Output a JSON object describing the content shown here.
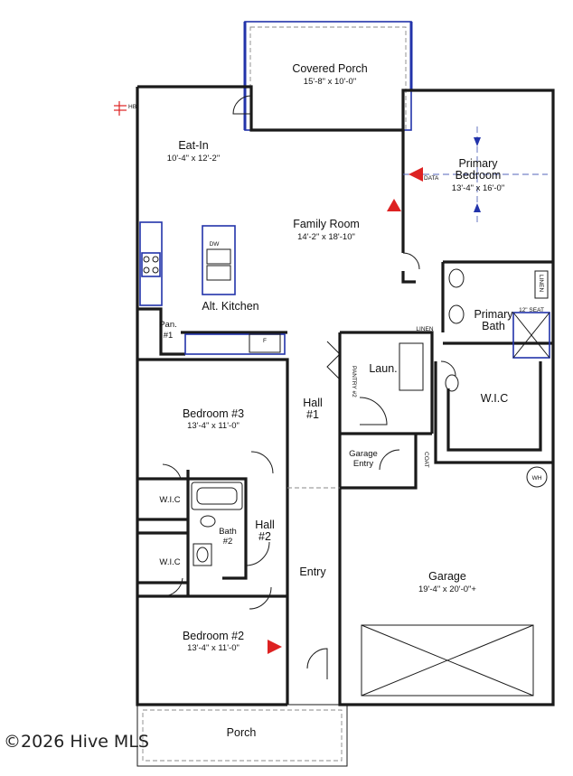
{
  "rooms": {
    "covered_porch": {
      "name": "Covered Porch",
      "size": "15'-8\" x 10'-0\""
    },
    "eat_in": {
      "name": "Eat-In",
      "size": "10'-4\" x 12'-2\""
    },
    "primary_bedroom": {
      "name_line1": "Primary",
      "name_line2": "Bedroom",
      "size": "13'-4\" x 16'-0\""
    },
    "family_room": {
      "name": "Family Room",
      "size": "14'-2\" x 18'-10\""
    },
    "alt_kitchen": {
      "name": "Alt. Kitchen"
    },
    "pantry": {
      "name_line1": "Pan.",
      "name_line2": "#1"
    },
    "pantry2": {
      "name": "PANTRY #2"
    },
    "laundry": {
      "name": "Laun."
    },
    "linen_hall": {
      "name": "LINEN"
    },
    "linen_bath": {
      "name": "LINEN"
    },
    "primary_bath": {
      "name_line1": "Primary",
      "name_line2": "Bath"
    },
    "seat": {
      "name": "12\" SEAT"
    },
    "primary_wic": {
      "name": "W.I.C"
    },
    "bedroom3": {
      "name": "Bedroom #3",
      "size": "13'-4\" x 11'-0\""
    },
    "hall1": {
      "name_line1": "Hall",
      "name_line2": "#1"
    },
    "garage_entry": {
      "name_line1": "Garage",
      "name_line2": "Entry"
    },
    "coat": {
      "name": "COAT"
    },
    "wh": {
      "name": "WH"
    },
    "wic_upper": {
      "name": "W.I.C"
    },
    "wic_lower": {
      "name": "W.I.C"
    },
    "bath2": {
      "name_line1": "Bath",
      "name_line2": "#2"
    },
    "hall2": {
      "name_line1": "Hall",
      "name_line2": "#2"
    },
    "entry": {
      "name": "Entry"
    },
    "garage": {
      "name": "Garage",
      "size": "19'-4\" x 20'-0\"+"
    },
    "bedroom2": {
      "name": "Bedroom #2",
      "size": "13'-4\" x 11'-0\""
    },
    "porch": {
      "name": "Porch"
    }
  },
  "fixtures": {
    "dishwasher": "DW",
    "fridge": "F",
    "hose_bib": "HB",
    "data_tag": "DATA"
  },
  "watermark": "©2026 Hive MLS",
  "colors": {
    "wall": "#1a1a1a",
    "blue_outline": "#2233aa",
    "data_marker": "#dd2222"
  }
}
